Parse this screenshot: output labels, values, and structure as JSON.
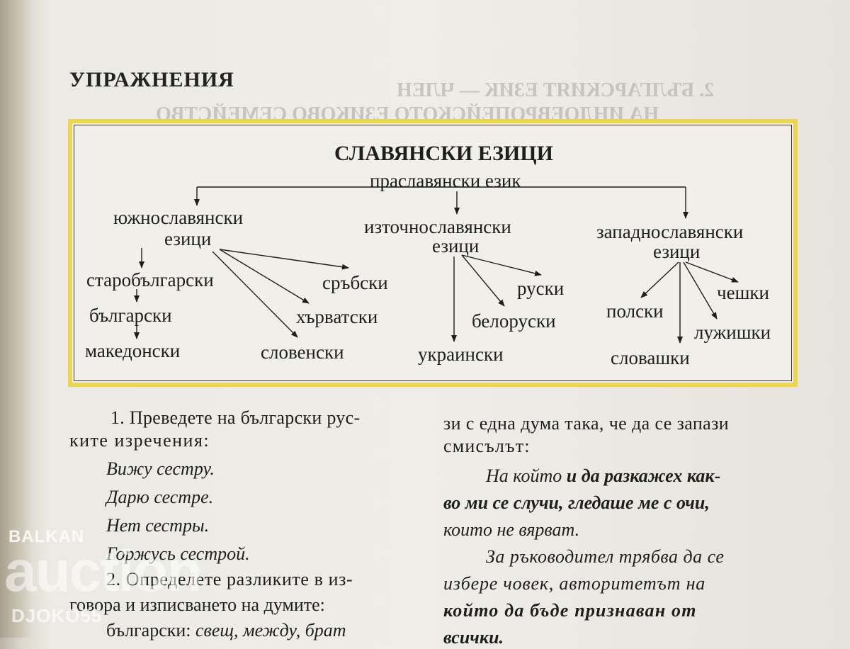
{
  "heading": "УПРАЖНЕНИЯ",
  "ghost_lines": [
    "2. БЪЛГАРСКИЯТ ЕЗИК — ЧЛЕН",
    "НА ИНДОЕВРОПЕЙСКОТО ЕЗИКОВО СЕМЕЙСТВО"
  ],
  "diagram": {
    "title": "СЛАВЯНСКИ ЕЗИЦИ",
    "root": "праславянски език",
    "south": {
      "line1": "южнославянски",
      "line2": "езици",
      "children": [
        "старобългарски",
        "български",
        "македонски",
        "сръбски",
        "хърватски",
        "словенски"
      ]
    },
    "east": {
      "line1": "източнославянски",
      "line2": "езици",
      "children": [
        "руски",
        "белоруски",
        "украински"
      ]
    },
    "west": {
      "line1": "западнославянски",
      "line2": "езици",
      "children": [
        "чешки",
        "полски",
        "лужишки",
        "словашки"
      ]
    }
  },
  "left_column": [
    "1. Преведете на български рус-",
    "ките изречения:",
    "Вижу сестру.",
    "Дарю сестре.",
    "Нет сестры.",
    "Горжусь сестрой.",
    "2. Определете разликите в из-",
    "говора и изписването на думите:",
    "български:",
    "свещ, между, брат"
  ],
  "right_column": [
    "зи с една дума така, че да се запази",
    "смисълът:",
    "На който",
    "и да разкажех как-",
    "во ми се случи, гледаше ме с очи,",
    "които не вярват.",
    "За ръководител трябва да се",
    "избере човек, авторитетът на",
    "който да бъде признаван от",
    "всички."
  ],
  "watermark": {
    "line1": "BALKAN",
    "line2": "auction",
    "line3": "DJOKO55"
  },
  "colors": {
    "frame": "#ecd54f",
    "ink": "#1e1e1e",
    "paper": "#efede8"
  }
}
